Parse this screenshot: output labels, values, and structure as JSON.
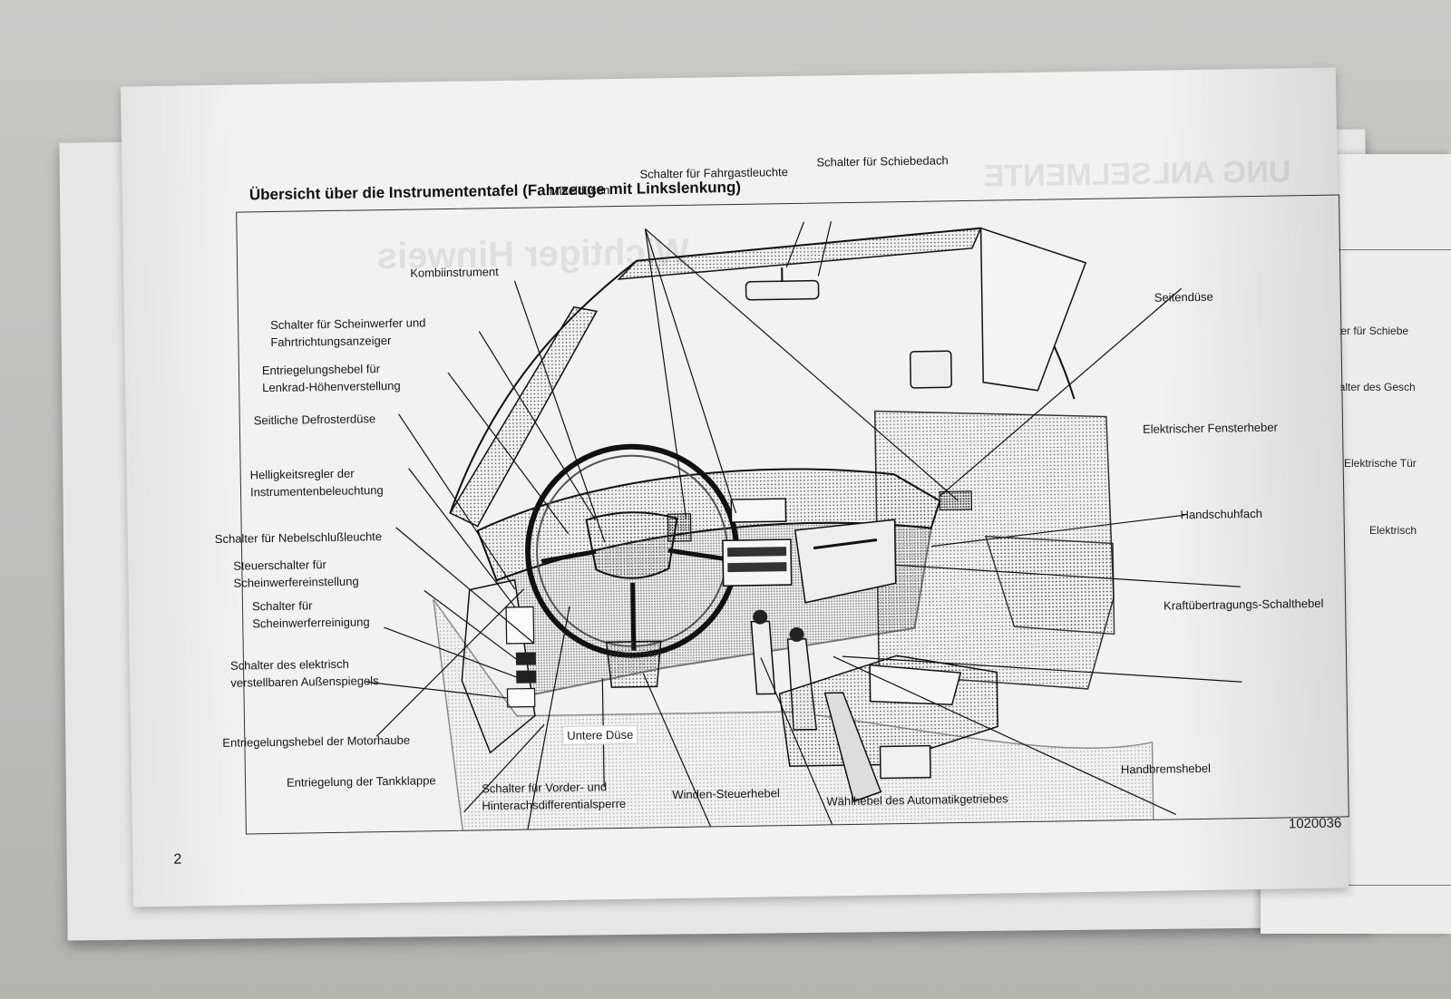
{
  "page": {
    "title": "Übersicht über die Instrumententafel (Fahrzeuge mit Linkslenkung)",
    "page_number": "2",
    "reference_code": "1020036"
  },
  "labels": {
    "mitteldusen": "Mitteldüsen",
    "fahrgastleuchte": "Schalter für Fahrgastleuchte",
    "schiebedach": "Schalter für Schiebedach",
    "kombiinstrument": "Kombiinstrument",
    "scheinwerfer_line1": "Schalter für Scheinwerfer und",
    "scheinwerfer_line2": "Fahrtrichtungsanzeiger",
    "entriegelung_lenkrad_line1": "Entriegelungshebel für",
    "entriegelung_lenkrad_line2": "Lenkrad-Höhenverstellung",
    "defroster": "Seitliche Defrosterdüse",
    "helligkeit_line1": "Helligkeitsregler der",
    "helligkeit_line2": "Instrumentenbeleuchtung",
    "nebelschluss": "Schalter für Nebelschlußleuchte",
    "steuerschalter_line1": "Steuerschalter für",
    "steuerschalter_line2": "Scheinwerfereinstellung",
    "reinigung_line1": "Schalter für",
    "reinigung_line2": "Scheinwerferreinigung",
    "aussenspiegel_line1": "Schalter des elektrisch",
    "aussenspiegel_line2": "verstellbaren Außenspiegels",
    "motorhaube": "Entriegelungshebel der Motorhaube",
    "tankklappe": "Entriegelung der Tankklappe",
    "differential_line1": "Schalter für Vorder- und",
    "differential_line2": "Hinterachsdifferentialsperre",
    "untere_duse": "Untere Düse",
    "winden": "Winden-Steuerhebel",
    "wahlhebel": "Wählhebel des Automatikgetriebes",
    "handbremse": "Handbremshebel",
    "kraftubertragung": "Kraftübertragungs-Schalthebel",
    "handschuhfach": "Handschuhfach",
    "fensterheber": "Elektrischer Fensterheber",
    "seitenduse": "Seitendüse"
  },
  "right_page": {
    "label1": "Schalter für Schiebe",
    "label2": "Schalter des Gesch",
    "label3": "Elektrische Tür",
    "label4": "Elektrisch"
  }
}
